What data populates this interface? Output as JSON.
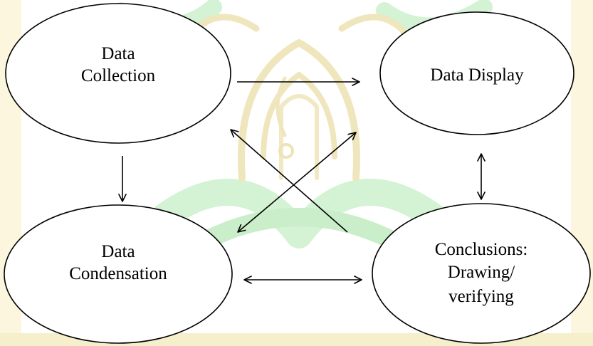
{
  "colors": {
    "background": "#ffffff",
    "watermark_green": "#c9eec9",
    "watermark_gold": "#ede3b4",
    "ellipse_fill": "#ffffff",
    "stroke": "#000000",
    "text": "#000000"
  },
  "nodes": {
    "data_collection": {
      "line1": "Data",
      "line2": "Collection"
    },
    "data_display": {
      "line1": "Data Display"
    },
    "data_condensation": {
      "line1": "Data",
      "line2": "Condensation"
    },
    "conclusions": {
      "line1": "Conclusions:",
      "line2": "Drawing/",
      "line3": "verifying"
    }
  },
  "arrows": [
    {
      "from": "data_collection",
      "to": "data_display",
      "direction": "forward"
    },
    {
      "from": "data_collection",
      "to": "data_condensation",
      "direction": "forward"
    },
    {
      "from": "data_display",
      "to": "conclusions",
      "direction": "both"
    },
    {
      "from": "data_condensation",
      "to": "conclusions",
      "direction": "both"
    },
    {
      "from": "conclusions",
      "to": "data_collection",
      "direction": "forward"
    },
    {
      "from": "data_condensation",
      "to": "data_display",
      "direction": "both"
    }
  ]
}
